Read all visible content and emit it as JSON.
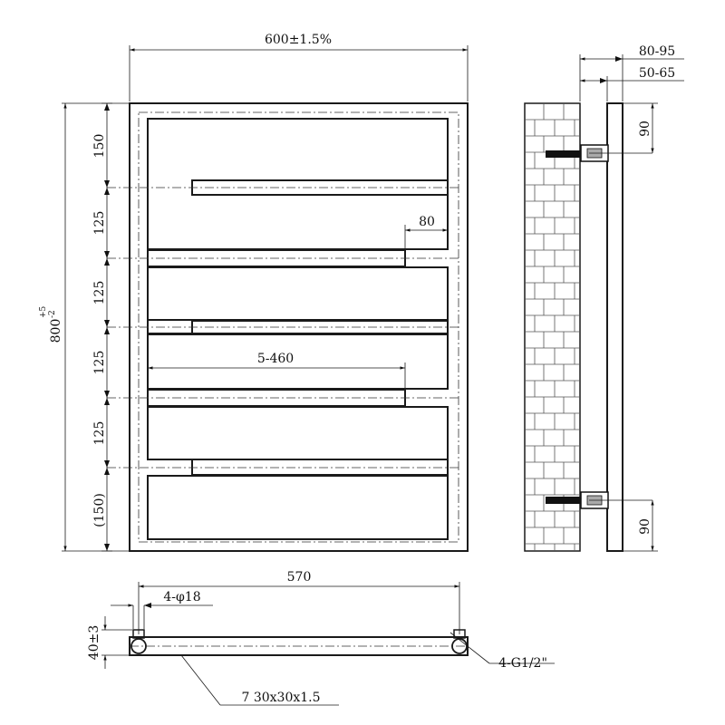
{
  "front_view": {
    "overall_width": "600±1.5%",
    "overall_height": "800",
    "height_tol_upper": "+5",
    "height_tol_lower": "-2",
    "seg_top": "150",
    "seg_2": "125",
    "seg_3": "125",
    "seg_4": "125",
    "seg_5": "125",
    "seg_bottom": "(150)",
    "gap": "80",
    "bar_span": "5-460"
  },
  "side_view": {
    "projection_outer": "80-95",
    "projection_inner": "50-65",
    "bracket_top": "90",
    "bracket_bottom": "90"
  },
  "bottom_view": {
    "connection_centers": "570",
    "holes": "4-φ18",
    "depth": "40±3",
    "thread": "4-G1/2\"",
    "tube": "7 30x30x1.5"
  }
}
